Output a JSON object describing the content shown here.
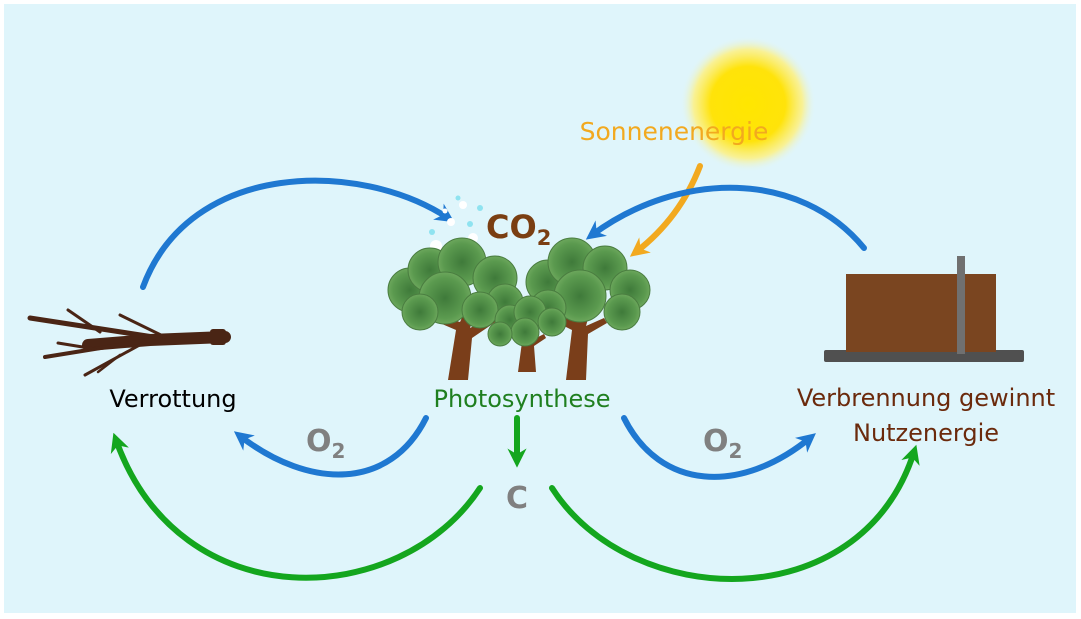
{
  "labels": {
    "co2_main": "CO",
    "co2_sub": "2",
    "sonnenenergie": "Sonnenenergie",
    "photosynthese": "Photosynthese",
    "verrottung": "Verrottung",
    "verbrennung_line1": "Verbrennung gewinnt",
    "verbrennung_line2": "Nutzenergie",
    "o2_left_main": "O",
    "o2_left_sub": "2",
    "o2_right_main": "O",
    "o2_right_sub": "2",
    "carbon": "C"
  },
  "colors": {
    "background": "#dff5fb",
    "blue_arrow": "#1f78d1",
    "green_arrow": "#14a61e",
    "orange_arrow": "#f2a91f",
    "co2_text": "#7a3e12",
    "sun_text": "#f2a91f",
    "photosynthese_text": "#1f7f1f",
    "verbrennung_text": "#6b2a0c",
    "gray_text": "#808080",
    "wood": "#7a4520",
    "branch": "#4a2515"
  }
}
